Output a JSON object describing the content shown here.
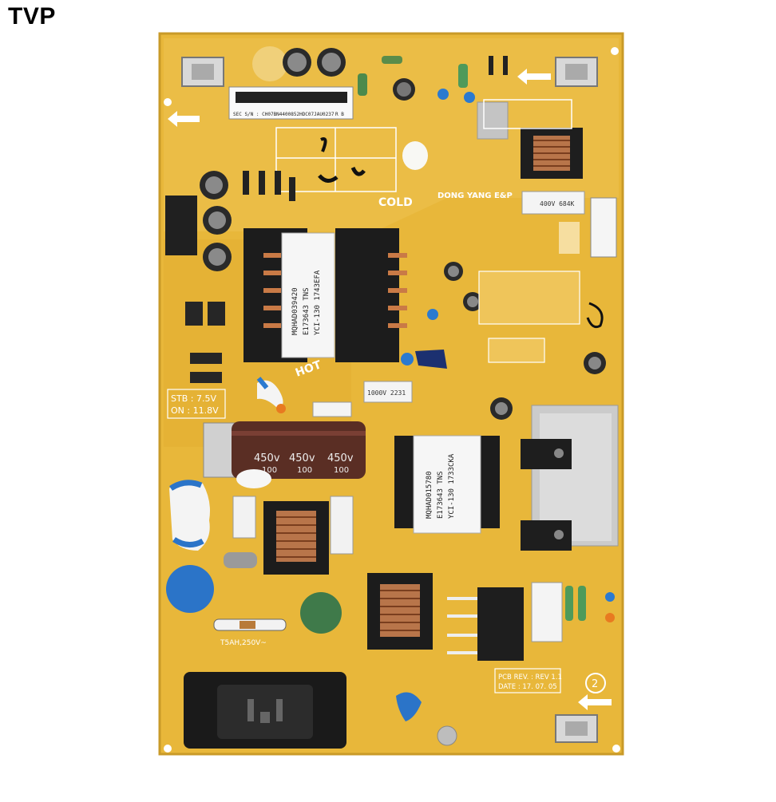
{
  "watermark": {
    "text": "TVP"
  },
  "board": {
    "serial_label": "SEC S/N : CH07BN4400852HDC07JAU0237",
    "serial_suffix": "R B",
    "cold_label": "COLD",
    "hot_label": "HOT",
    "maker_label": "DONG YANG E&P",
    "main_transformer": [
      "MQHAD039420",
      "E173643 TNS",
      "YCI-130 1743EFA"
    ],
    "sub_transformer": [
      "MQHAD015780",
      "E173643 TNS",
      "YCI-130 1733CKA"
    ],
    "main_cap_text": [
      "450v",
      "450v",
      "450v",
      "100",
      "100",
      "100"
    ],
    "stb_label": "STB : 7.5V",
    "on_label": "ON : 11.8V",
    "fuse_label": "T5AH,250V~",
    "pcb_rev_label": "PCB REV. : REV 1.1",
    "pcb_date_label": "DATE : 17. 07. 05",
    "circle_number": "2",
    "cap_1000v": "1000V 2231",
    "cap_400v": "400V 684K"
  },
  "colors": {
    "pcb": "#e9b838",
    "pcb_dark": "#d39e22",
    "transformer": "#1c1c1c",
    "heatsink": "#c8c8c8",
    "blue_varistor": "#2b74c8",
    "green_thermistor": "#3f7a4a"
  }
}
